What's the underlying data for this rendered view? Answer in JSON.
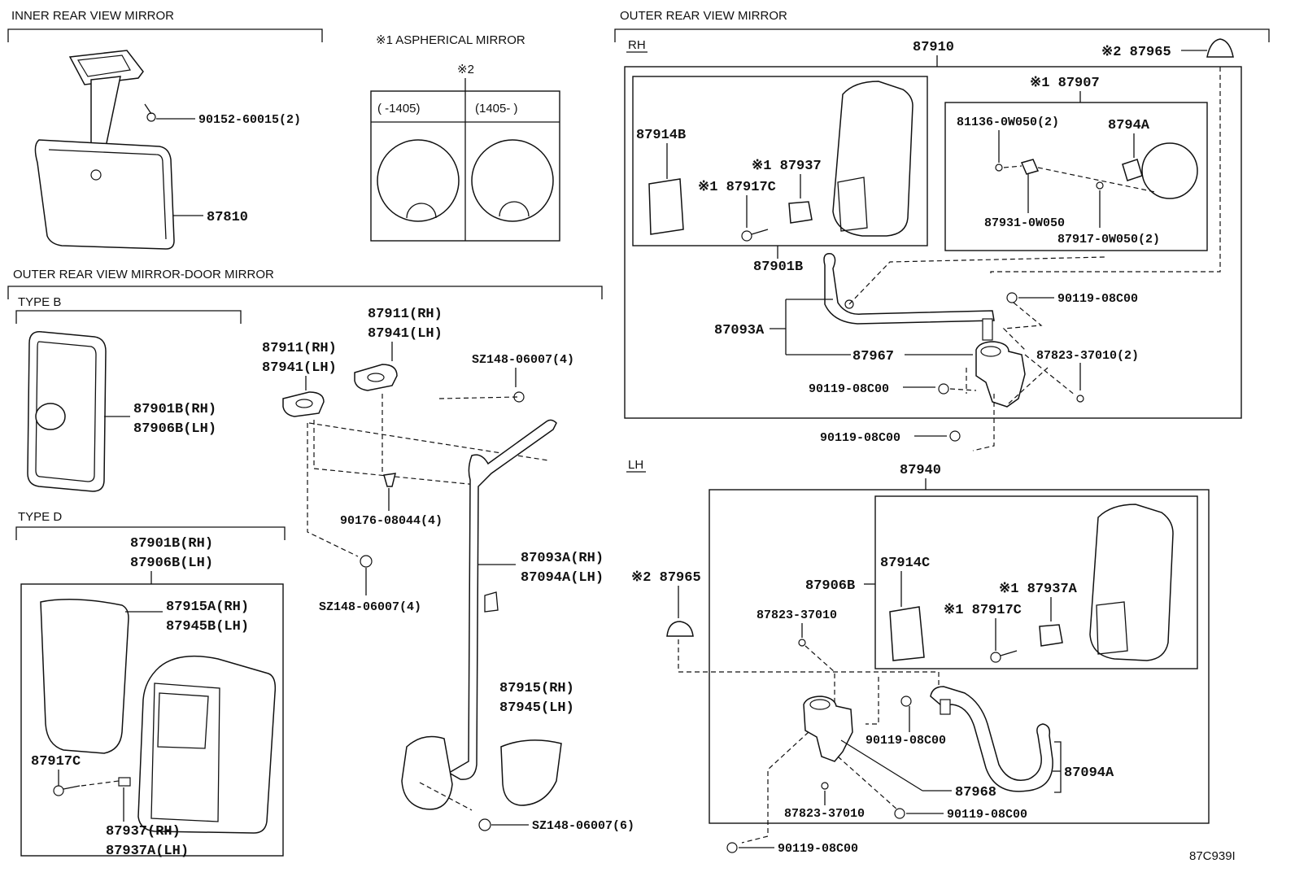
{
  "sections": {
    "inner": "INNER REAR VIEW MIRROR",
    "aspherical": "※1 ASPHERICAL MIRROR",
    "outer_door": "OUTER REAR VIEW MIRROR-DOOR MIRROR",
    "type_b": "TYPE B",
    "type_d": "TYPE D",
    "outer": "OUTER REAR VIEW MIRROR",
    "rh": "RH",
    "lh": "LH"
  },
  "aspherical": {
    "note": "※2",
    "left": "(   -1405)",
    "right": "(1405-   )"
  },
  "labels": {
    "p90152": "90152-60015(2)",
    "p87810": "87810",
    "tb_1": "87901B(RH)",
    "tb_2": "87906B(LH)",
    "td_1": "87901B(RH)",
    "td_2": "87906B(LH)",
    "td_3": "87915A(RH)",
    "td_4": "87945B(LH)",
    "td_5": "87917C",
    "td_6": "87937(RH)",
    "td_7": "87937A(LH)",
    "c_1": "87911(RH)",
    "c_2": "87941(LH)",
    "c_3": "87911(RH)",
    "c_4": "87941(LH)",
    "c_5": "SZ148-06007(4)",
    "c_6": "90176-08044(4)",
    "c_7": "SZ148-06007(4)",
    "c_8": "87093A(RH)",
    "c_9": "87094A(LH)",
    "c_10": "87915(RH)",
    "c_11": "87945(LH)",
    "c_12": "SZ148-06007(6)",
    "r_1": "87910",
    "r_2": "※2 87965",
    "r_3": "※1 87907",
    "r_4": "87914B",
    "r_5": "※1 87937",
    "r_6": "※1 87917C",
    "r_7": "81136-0W050(2)",
    "r_8": "8794A",
    "r_9": "87931-0W050",
    "r_10": "87917-0W050(2)",
    "r_11": "87901B",
    "r_12": "90119-08C00",
    "r_13": "87093A",
    "r_14": "87967",
    "r_15": "87823-37010(2)",
    "r_16": "90119-08C00",
    "r_17": "90119-08C00",
    "l_1": "87940",
    "l_2": "87914C",
    "l_3": "87906B",
    "l_4": "※2 87965",
    "l_5": "※1 87937A",
    "l_6": "※1 87917C",
    "l_7": "87823-37010",
    "l_8": "90119-08C00",
    "l_9": "87094A",
    "l_10": "87968",
    "l_11": "87823-37010",
    "l_12": "90119-08C00",
    "l_13": "90119-08C00"
  },
  "figure_code": "87C939I"
}
